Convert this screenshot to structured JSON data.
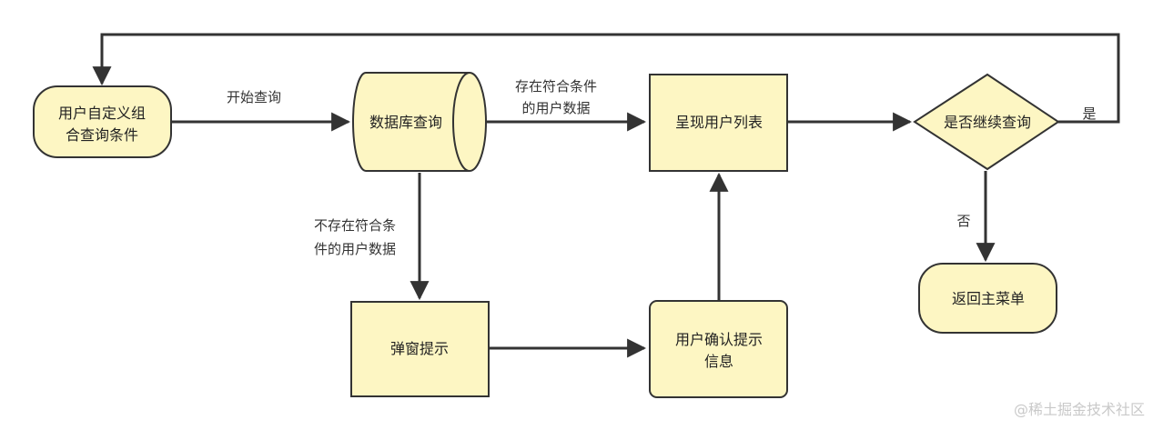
{
  "nodes": {
    "custom_query": {
      "line1": "用户自定义组",
      "line2": "合查询条件"
    },
    "db_query": {
      "label": "数据库查询"
    },
    "show_list": {
      "label": "呈现用户列表"
    },
    "continue_query": {
      "label": "是否继续查询"
    },
    "popup": {
      "label": "弹窗提示"
    },
    "user_confirm": {
      "line1": "用户确认提示",
      "line2": "信息"
    },
    "return_menu": {
      "label": "返回主菜单"
    }
  },
  "edges": {
    "start_query": "开始查询",
    "found": {
      "line1": "存在符合条件",
      "line2": "的用户数据"
    },
    "not_found": {
      "line1": "不存在符合条",
      "line2": "件的用户数据"
    },
    "yes": "是",
    "no": "否"
  },
  "watermark": "@稀土掘金技术社区",
  "colors": {
    "fill": "#fdf6c3",
    "stroke": "#333333"
  }
}
